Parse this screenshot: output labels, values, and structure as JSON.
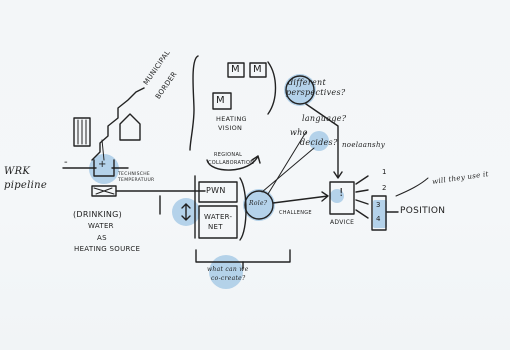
{
  "labels": {
    "wrk_pipeline_1": "WRK",
    "wrk_pipeline_2": "pipeline",
    "municipal_border_1": "MUNICIPAL",
    "municipal_border_2": "BORDER",
    "heating_vision_1": "HEATING",
    "heating_vision_2": "VISION",
    "regional_collaboration_1": "REGIONAL",
    "regional_collaboration_2": "COLLABORATION",
    "different_perspectives_1": "different",
    "different_perspectives_2": "perspectives?",
    "language": "language?",
    "who_decides_1": "who",
    "who_decides_2": "decides?",
    "nonelaanshy": "noelaanshy",
    "technische_temperatur_1": "TECHNISCHE",
    "technische_temperatur_2": "TEMPERATUUR",
    "pwn": "PWN",
    "waternet_1": "WATER-",
    "waternet_2": "NET",
    "drinking_water_1": "(DRINKING)",
    "drinking_water_2": "WATER",
    "drinking_water_3": "AS",
    "drinking_water_4": "HEATING SOURCE",
    "role": "Role?",
    "challenge": "CHALLENGE",
    "advice": "ADVICE",
    "position": "POSITION",
    "will_they_use_it": "will they use it",
    "what_can_we_co_create_1": "what can we",
    "what_can_we_co_create_2": "co-create?",
    "box_m": "M",
    "minus": "-",
    "plus": "+",
    "exclaim": "!",
    "num_1": "1",
    "num_2": "2",
    "num_3": "3",
    "num_4": "4"
  },
  "colors": {
    "ink": "#222222",
    "highlight_blue": "#9fc6e4",
    "paper": "#f3f6f8"
  }
}
